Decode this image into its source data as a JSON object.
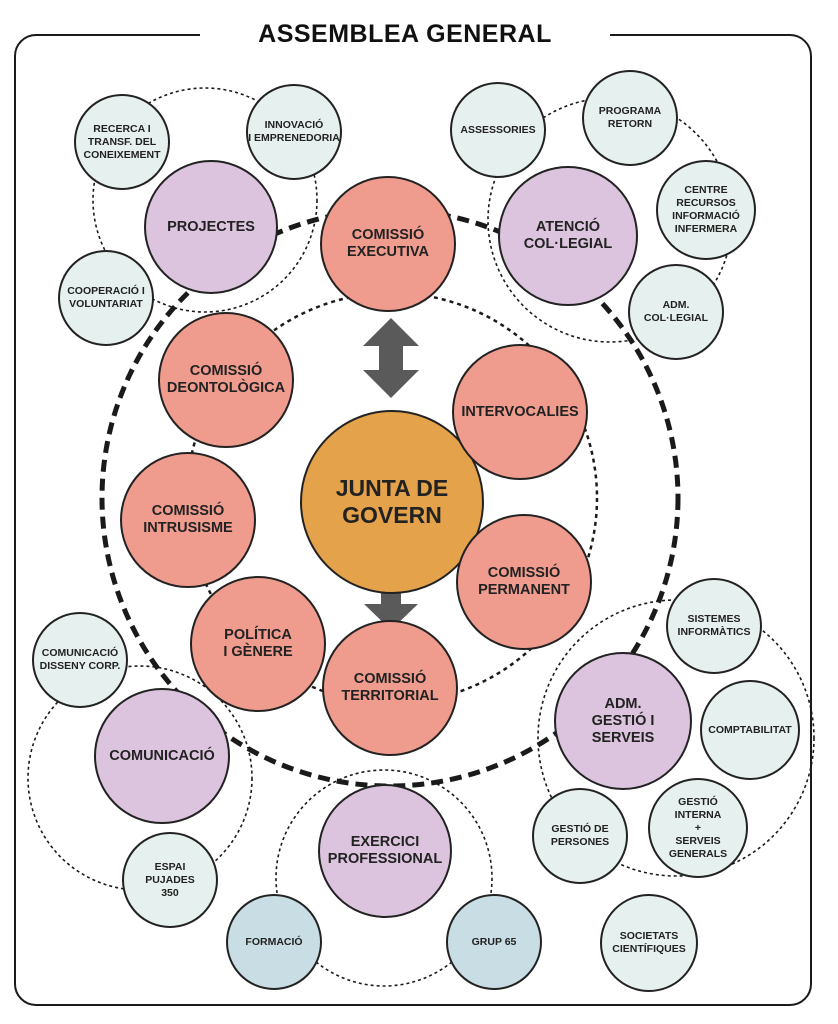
{
  "title": "ASSEMBLEA GENERAL",
  "colors": {
    "center": "#e4a24a",
    "commission": "#ef9c8e",
    "area": "#dcc3de",
    "service": "#e6f0ee",
    "external": "#c9dee4",
    "line": "#1a1a1a"
  },
  "center": {
    "label": "JUNTA DE\nGOVERN",
    "icon": "arrow-up-down-icon"
  },
  "commissions": {
    "executiva": "COMISSIÓ\nEXECUTIVA",
    "deontologica": "COMISSIÓ\nDEONTOLÒGICA",
    "intervocalies": "INTERVOCALIES",
    "intrusisme": "COMISSIÓ\nINTRUSISME",
    "permanent": "COMISSIÓ\nPERMANENT",
    "politica": "POLÍTICA\nI GÈNERE",
    "territorial": "COMISSIÓ\nTERRITORIAL"
  },
  "areas": {
    "projectes": {
      "label": "PROJECTES",
      "items": [
        "RECERCA I\nTRANSF. DEL\nCONEIXEMENT",
        "INNOVACIÓ\nI EMPRENEDORIA",
        "COOPERACIÓ I\nVOLUNTARIAT"
      ]
    },
    "atencio": {
      "label": "ATENCIÓ\nCOL·LEGIAL",
      "items": [
        "ASSESSORIES",
        "PROGRAMA\nRETORN",
        "CENTRE\nRECURSOS\nINFORMACIÓ\nINFERMERA",
        "ADM.\nCOL·LEGIAL"
      ]
    },
    "comunicacio": {
      "label": "COMUNICACIÓ",
      "items": [
        "COMUNICACIÓ\nDISSENY CORP.",
        "ESPAI\nPUJADES\n350"
      ]
    },
    "exercici": {
      "label": "EXERCICI\nPROFESSIONAL",
      "items": [
        "FORMACIÓ",
        "GRUP 65"
      ]
    },
    "gestio": {
      "label": "ADM.\nGESTIÓ I\nSERVEIS",
      "items": [
        "SISTEMES\nINFORMÀTICS",
        "COMPTABILITAT",
        "GESTIÓ\nINTERNA\n+\nSERVEIS\nGENERALS",
        "GESTIÓ DE\nPERSONES"
      ]
    }
  },
  "societats": "SOCIETATS\nCIENTÍFIQUES"
}
